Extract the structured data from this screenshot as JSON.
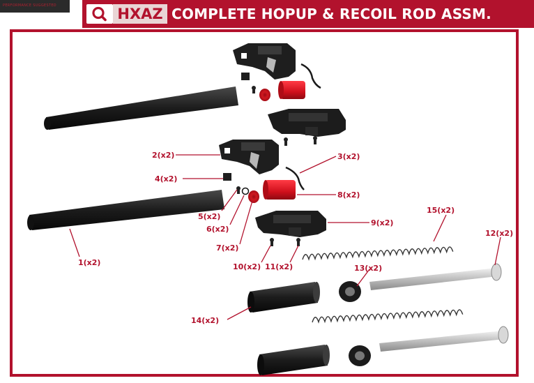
{
  "header": {
    "corner_tag": "PERFORMANCE SUGGESTED",
    "code": "HXAZ",
    "title": "COMPLETE HOPUP & RECOIL ROD ASSM."
  },
  "icons": {
    "search": "search-icon"
  },
  "colors": {
    "brand_red": "#b2122d",
    "part_black": "#1e1e1e",
    "hopup_rubber": "#d0101c",
    "rod_silver": "#c8c8c8"
  },
  "callouts": {
    "c1": "1(x2)",
    "c2": "2(x2)",
    "c3": "3(x2)",
    "c4": "4(x2)",
    "c5": "5(x2)",
    "c6": "6(x2)",
    "c7": "7(x2)",
    "c8": "8(x2)",
    "c9": "9(x2)",
    "c10": "10(x2)",
    "c11": "11(x2)",
    "c12": "12(x2)",
    "c13": "13(x2)",
    "c14": "14(x2)",
    "c15": "15(x2)"
  }
}
